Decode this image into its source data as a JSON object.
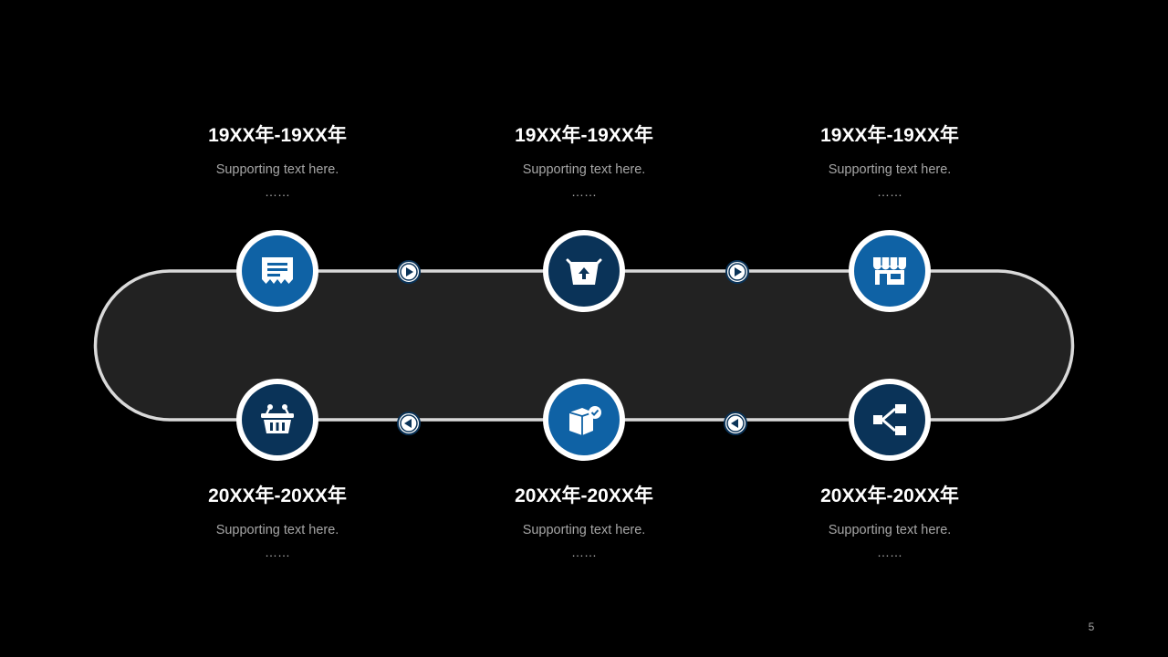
{
  "colors": {
    "background": "#000000",
    "track_fill": "#222222",
    "track_stroke": "#d9d9d9",
    "node_ring": "#ffffff",
    "node_primary": "#0f62a5",
    "node_dark": "#0a3358",
    "title_text": "#ffffff",
    "desc_text": "#a6a6a6"
  },
  "steps": [
    {
      "title": "19XX年-19XX年",
      "desc": "Supporting text here.",
      "dots": "……",
      "icon": "receipt-icon"
    },
    {
      "title": "19XX年-19XX年",
      "desc": "Supporting text here.",
      "dots": "……",
      "icon": "basket-upload-icon"
    },
    {
      "title": "19XX年-19XX年",
      "desc": "Supporting text here.",
      "dots": "……",
      "icon": "storefront-icon"
    },
    {
      "title": "20XX年-20XX年",
      "desc": "Supporting text here.",
      "dots": "……",
      "icon": "shopping-basket-icon"
    },
    {
      "title": "20XX年-20XX年",
      "desc": "Supporting text here.",
      "dots": "……",
      "icon": "package-check-icon"
    },
    {
      "title": "20XX年-20XX年",
      "desc": "Supporting text here.",
      "dots": "……",
      "icon": "share-network-icon"
    }
  ],
  "page_number": "5"
}
